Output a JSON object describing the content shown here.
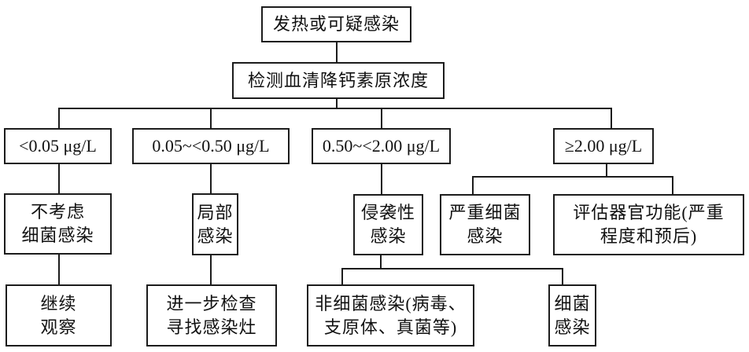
{
  "diagram": {
    "description_units": "μg/L",
    "nodes": {
      "fever": "发热或可疑感染",
      "pct_test": "检测血清降钙素原浓度",
      "range_low": "<0.05 μg/L",
      "range_mid_low": "0.05~<0.50 μg/L",
      "range_mid_high": "0.50~<2.00 μg/L",
      "range_high": "≥2.00 μg/L",
      "no_bacterial": "不考虑\n细菌感染",
      "local_infection": "局部\n感染",
      "invasive_infection": "侵袭性\n感染",
      "severe_bacterial": "严重细菌\n感染",
      "assess_organ": "评估器官功能(严重\n程度和预后)",
      "continue_observe": "继续\n观察",
      "further_exam": "进一步检查\n寻找感染灶",
      "non_bacterial": "非细菌感染(病毒、\n支原体、真菌等)",
      "bacterial": "细菌\n感染"
    }
  }
}
